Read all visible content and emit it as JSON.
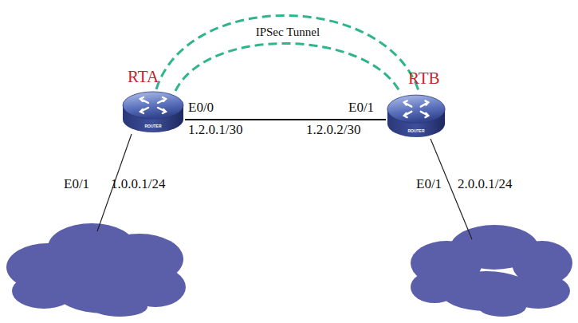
{
  "diagram": {
    "nodes": [
      {
        "text": [
          "RTA",
          "ROUTER"
        ]
      },
      {
        "text": [
          "RTB",
          "ROUTER"
        ]
      }
    ],
    "edges": [
      {
        "from": 0,
        "to": 1,
        "arrow": "none"
      },
      {
        "from": 0,
        "to": 1,
        "arrow": "none",
        "label": "IPSec Tunnel"
      }
    ],
    "labels": [
      "E0/0",
      "1.2.0.1/30",
      "E0/1",
      "1.2.0.2/30",
      "E0/1",
      "1.0.0.1/24",
      "E0/1",
      "2.0.0.1/24"
    ]
  }
}
